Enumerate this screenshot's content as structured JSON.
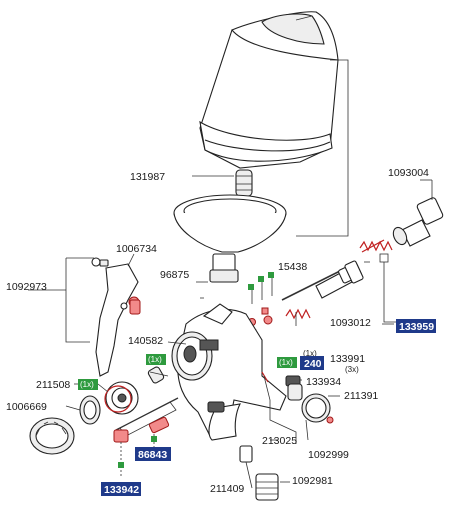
{
  "colors": {
    "blue_badge": "#1f3a8a",
    "green_badge": "#2e9a3e",
    "red_part": "#e85a5a",
    "line": "#222222"
  },
  "labels": {
    "p131987": "131987",
    "p1093004": "1093004",
    "p1006734": "1006734",
    "p96875": "96875",
    "p15438": "15438",
    "p1092973": "1092973",
    "p1093012": "1093012",
    "p140582": "140582",
    "p133991": "133991",
    "p133991_qty": "(3x)",
    "p133934": "133934",
    "p211508": "211508",
    "p211391": "211391",
    "p1006669": "1006669",
    "p213025": "213025",
    "p1092999": "1092999",
    "p211409": "211409",
    "p1092981": "1092981",
    "p240_qty": "(1x)"
  },
  "badges_blue": {
    "b133959": "133959",
    "b240": "240",
    "b86843": "86843",
    "b133942": "133942"
  },
  "badges_green": {
    "g_body": "(1x)",
    "g_240": "(1x)",
    "g_211508": "(1x)"
  }
}
